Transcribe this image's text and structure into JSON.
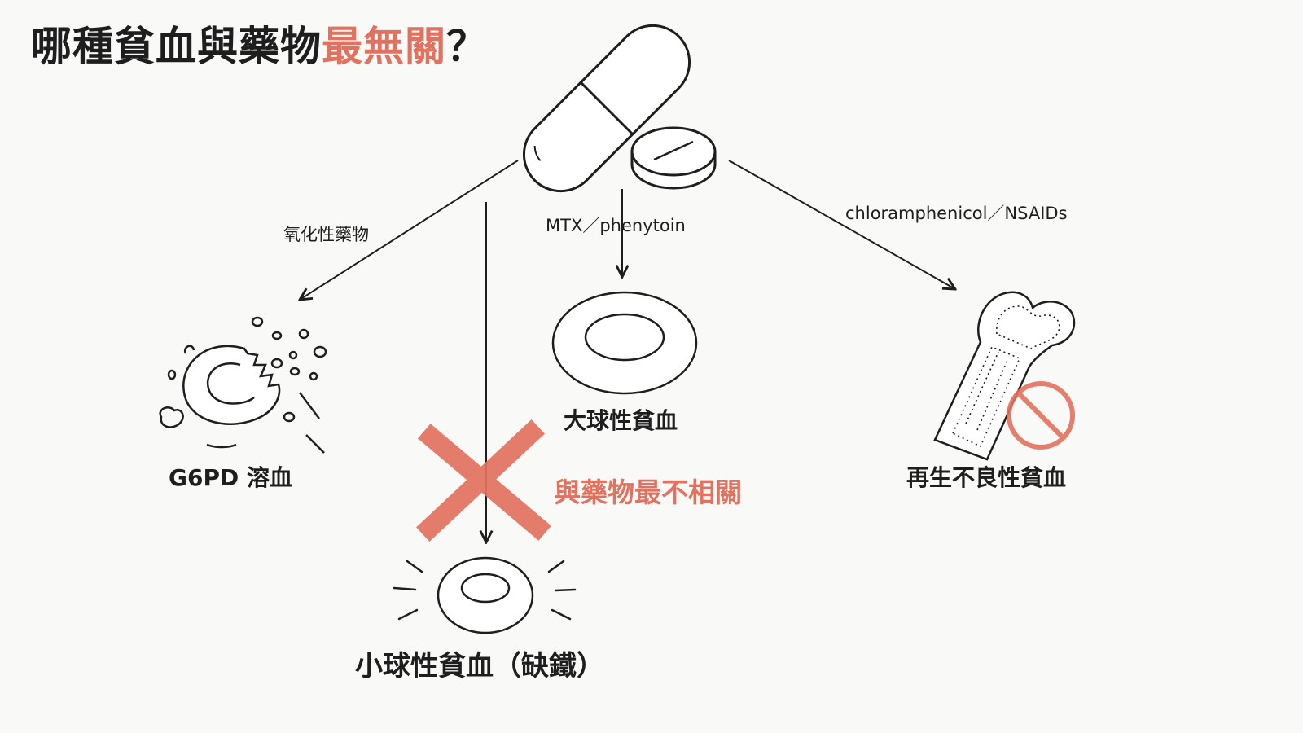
{
  "title": {
    "prefix": "哪種貧血與藥物",
    "highlight": "最無關",
    "suffix": "？"
  },
  "edges": {
    "oxidative": "氧化性藥物",
    "mtx": "MTX／phenytoin",
    "chloramphenicol": "chloramphenicol／NSAIDs"
  },
  "nodes": {
    "g6pd": "G6PD 溶血",
    "macrocytic": "大球性貧血",
    "aplastic": "再生不良性貧血",
    "microcytic": "小球性貧血（缺鐵）"
  },
  "annotation": "與藥物最不相關",
  "colors": {
    "ink": "#1e1e1e",
    "accent": "#e2725f",
    "background": "#f9f9f8"
  }
}
